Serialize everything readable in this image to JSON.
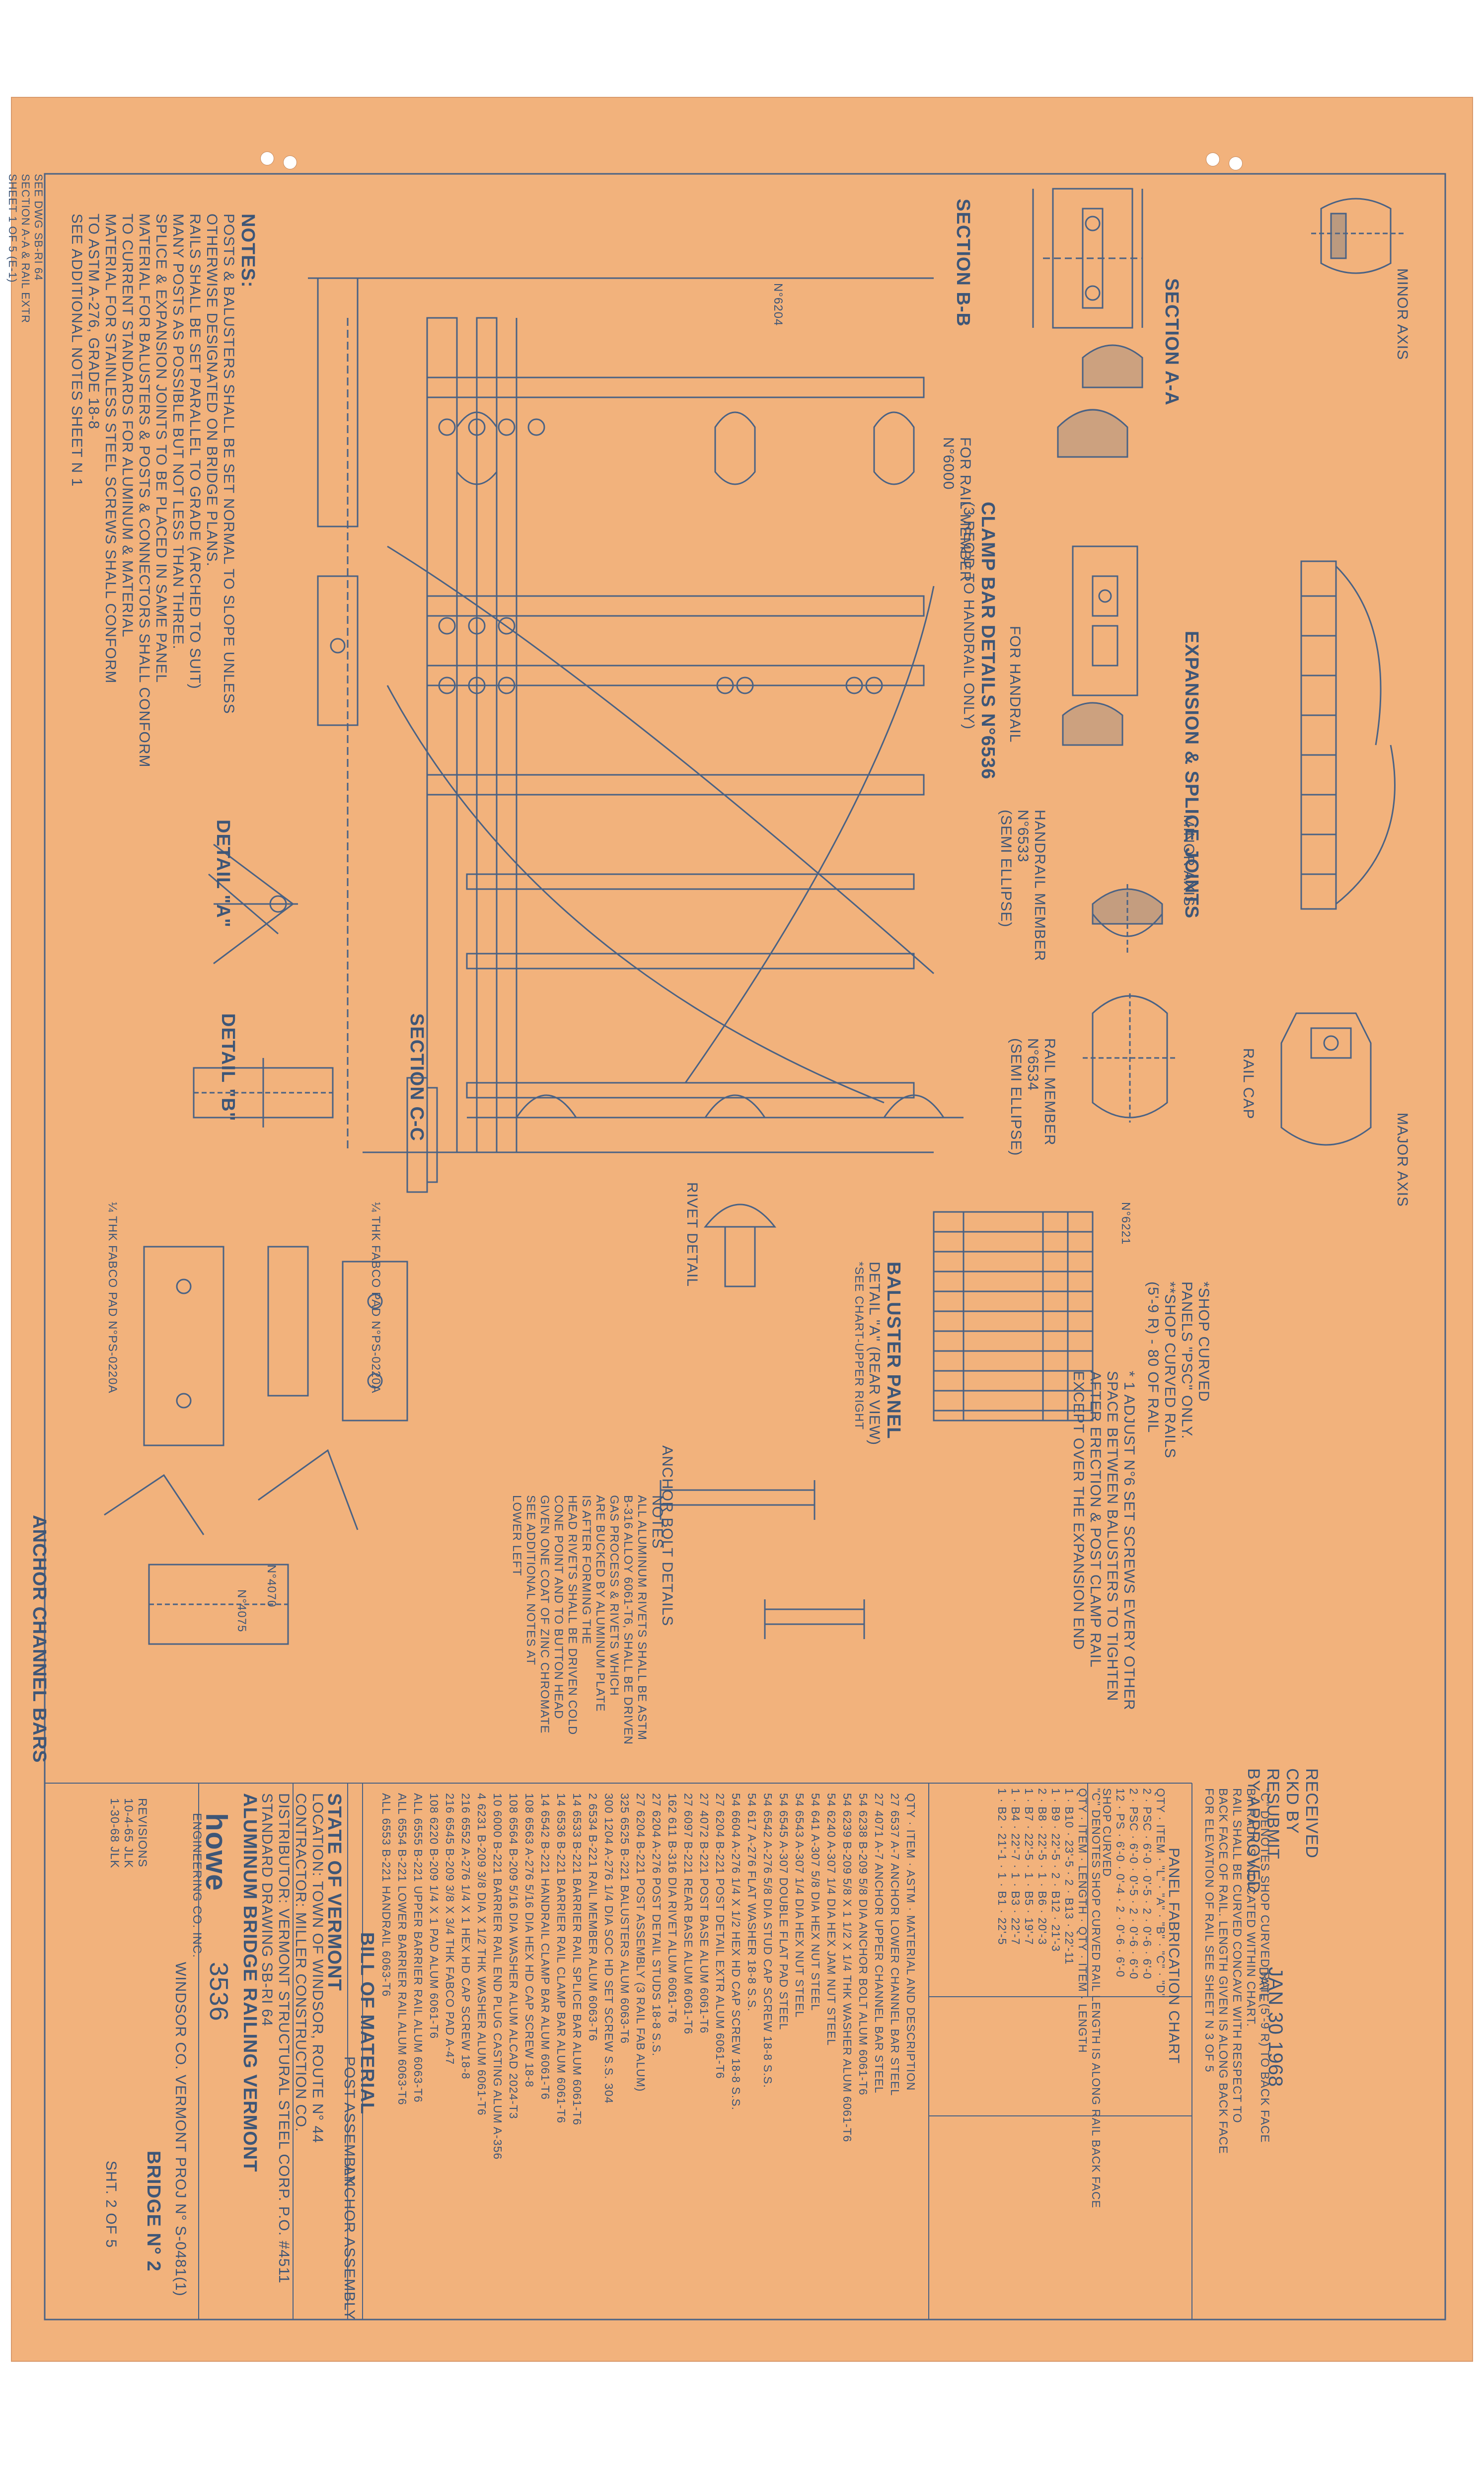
{
  "stamp": {
    "received": "RECEIVED",
    "date": "JAN 30 1968",
    "by_line": "BY",
    "ckd_by": "CKD BY",
    "resubmit": "RESUBMIT",
    "approved": "APPROVED",
    "date_label": "DATE"
  },
  "margin_note": [
    "SEE DWG SB-RI 64",
    "SECTION A-A & RAIL EXTR",
    "SHEET 1 OF 5 (E-1)"
  ],
  "general_notes": {
    "title": "NOTES:",
    "lines": [
      "POSTS & BALUSTERS SHALL BE SET NORMAL TO SLOPE UNLESS",
      "OTHERWISE DESIGNATED ON BRIDGE PLANS.",
      "RAILS SHALL BE SET PARALLEL TO GRADE (ARCHED TO SUIT)",
      "MANY POSTS AS POSSIBLE BUT NOT LESS THAN THREE.",
      "SPLICE & EXPANSION JOINTS TO BE PLACED IN SAME PANEL",
      "MATERIAL FOR BALUSTERS & POSTS & CONNECTORS SHALL CONFORM",
      "TO CURRENT STANDARDS FOR ALUMINUM & MATERIAL",
      "MATERIAL FOR STAINLESS STEEL SCREWS SHALL CONFORM",
      "TO ASTM A-276, GRADE 18-8",
      "SEE ADDITIONAL NOTES SHEET N 1"
    ]
  },
  "labels": {
    "section_bb": "SECTION B-B",
    "section_aa": "SECTION A-A",
    "section_cc": "SECTION C-C",
    "detail_a": "DETAIL \"A\"",
    "detail_b": "DETAIL \"B\"",
    "clamp_bar_details": "CLAMP BAR DETAILS N°6536",
    "clamp_bar_sub": "(3 REQ'D TO HANDRAIL ONLY)",
    "for_handrail": "FOR HANDRAIL",
    "for_rail_member": "FOR RAIL MEMBER",
    "n6000": "N°6000",
    "handrail_member": "HANDRAIL MEMBER",
    "handrail_no": "N°6533",
    "handrail_shape": "(SEMI ELLIPSE)",
    "rail_member": "RAIL MEMBER",
    "rail_no": "N°6534",
    "rail_shape": "(SEMI ELLIPSE)",
    "rail_cap": "RAIL CAP",
    "expansion_joints": "EXPANSION & SPLICE JOINTS",
    "minor_axis": "MINOR AXIS",
    "major_axis": "MAJOR AXIS",
    "anchor_channel_bars": "ANCHOR CHANNEL BARS",
    "rivet_detail": "RIVET DETAIL",
    "anchor_bolt_details": "ANCHOR BOLT DETAILS",
    "baluster_panel": "BALUSTER PANEL",
    "baluster_panel_sub": "DETAIL \"A\" (REAR VIEW)",
    "baluster_chart_note": "*SEE CHART-UPPER RIGHT",
    "tie_pad_1": "¼ THK FABCO PAD N°PS-0220A",
    "tie_pad_2": "¼ THK FABCO PAD N°PS-0220A",
    "n4070": "N°4070",
    "n4075": "N°4075",
    "n6204": "N°6204",
    "n6221": "N°6221"
  },
  "curved_notes": {
    "n1": "*SHOP CURVED",
    "n2": "PANELS \"PSC\" ONLY.",
    "n3": "**SHOP CURVED RAILS",
    "n4": "(5'-9 R) - 80 OF RAIL",
    "n5": "* 1 ADJUST N°6 SET SCREWS EVERY OTHER",
    "n6": "SPACE BETWEEN BALUSTERS TO TIGHTEN",
    "n7": "AFTER ERECTION & POST CLAMP RAIL",
    "n8": "EXCEPT OVER THE EXPANSION END"
  },
  "rivet_notes": {
    "title": "NOTES",
    "lines": [
      "ALL ALUMINUM RIVETS SHALL BE ASTM",
      "B-316 ALLOY 6061-T6, SHALL BE DRIVEN",
      "GAS PROCESS & RIVETS WHICH",
      "ARE BUCKED BY ALUMINUM PLATE",
      "IS AFTER FORMING THE",
      "HEAD RIVETS SHALL BE DRIVEN COLD",
      "CONE POINT AND TO BUTTON HEAD",
      "GIVEN ONE COAT OF ZINC CHROMATE",
      "SEE ADDITIONAL NOTES AT",
      "LOWER LEFT"
    ]
  },
  "fabrication_chart": {
    "title": "PANEL FABRICATION CHART",
    "note_lines": [
      "\"C\" DENOTES SHOP CURVED RAIL (5'-9 R) TO BACK FACE",
      "BY RADIUS INDICATED WITHIN CHART.",
      "RAIL SHALL BE CURVED CONCAVE WITH RESPECT TO",
      "BACK FACE OF RAIL. LENGTH GIVEN IS ALONG BACK FACE",
      "FOR ELEVATION OF RAIL SEE SHEET N 3 OF 5"
    ],
    "headers": [
      "QTY",
      "ITEM",
      "\"L\"",
      "\"A\"",
      "\"B\"",
      "\"C\"",
      "\"D\""
    ],
    "rows": [
      [
        "2",
        "PSC",
        "6'-0",
        "0'-5",
        "2",
        "0'-6",
        "6'-0"
      ],
      [
        "2",
        "PSC",
        "6'-0",
        "0'-5",
        "2",
        "0'-6",
        "6'-0"
      ],
      [
        "12",
        "PS",
        "6'-0",
        "0'-4",
        "2",
        "0'-6",
        "6'-0"
      ]
    ],
    "shop_curved": "SHOP CURVED"
  },
  "rail_list": {
    "header": "\"C\" DENOTES SHOP CURVED RAIL LENGTH IS ALONG RAIL BACK FACE",
    "columns": [
      "QTY",
      "ITEM",
      "LENGTH",
      "QTY",
      "ITEM",
      "LENGTH"
    ],
    "rows": [
      [
        "1",
        "B10",
        "23'-5",
        "2",
        "B13",
        "22'-11"
      ],
      [
        "1",
        "B9",
        "22'-5",
        "2",
        "B12",
        "21'-3"
      ],
      [
        "2",
        "B8",
        "22'-5",
        "1",
        "B6",
        "20'-3"
      ],
      [
        "1",
        "B7",
        "22'-5",
        "1",
        "B5",
        "19'-7"
      ],
      [
        "1",
        "B4",
        "22'-7",
        "1",
        "B3",
        "22'-7"
      ],
      [
        "1",
        "B2",
        "21'-1",
        "1",
        "B1",
        "22'-5"
      ]
    ]
  },
  "bom_rows": [
    [
      "27",
      "6537",
      "A-7",
      "ANCHOR LOWER CHANNEL BAR STEEL"
    ],
    [
      "27",
      "4071",
      "A-7",
      "ANCHOR UPPER CHANNEL BAR STEEL"
    ],
    [
      "54",
      "6238",
      "B-209",
      "5/8 DIA ANCHOR BOLT ALUM 6061-T6"
    ],
    [
      "54",
      "6239",
      "B-209",
      "5/8 X 1 1/2 X 1/4 THK WASHER ALUM 6061-T6"
    ],
    [
      "54",
      "6240",
      "A-307",
      "1/4 DIA HEX JAM NUT STEEL"
    ],
    [
      "54",
      "641",
      "A-307",
      "5/8 DIA HEX NUT STEEL"
    ],
    [
      "54",
      "6543",
      "A-307",
      "1/4 DIA HEX NUT STEEL"
    ],
    [
      "54",
      "6545",
      "A-307",
      "DOUBLE FLAT PAD STEEL"
    ],
    [
      "54",
      "6542",
      "A-276",
      "5/8 DIA STUD CAP SCREW 18-8 S.S."
    ],
    [
      "54",
      "617",
      "A-276",
      "FLAT WASHER 18-8 S.S."
    ],
    [
      "54",
      "6604",
      "A-276",
      "1/4 X 1/2 HEX HD CAP SCREW 18-8 S.S."
    ],
    [
      "27",
      "6204",
      "B-221",
      "POST DETAIL EXTR ALUM 6061-T6"
    ],
    [
      "27",
      "4072",
      "B-221",
      "POST BASE ALUM 6061-T6"
    ],
    [
      "27",
      "6097",
      "B-221",
      "REAR BASE ALUM 6061-T6"
    ],
    [
      "162",
      "611",
      "B-316",
      "DIA RIVET ALUM 6061-T6"
    ],
    [
      "27",
      "6204",
      "A-276",
      "POST DETAIL STUDS 18-8 S.S."
    ],
    [
      "27",
      "6204",
      "B-221",
      "POST ASSEMBLY (3 RAIL FAB ALUM)"
    ],
    [
      "325",
      "6525",
      "B-221",
      "BALUSTERS ALUM 6063-T6"
    ],
    [
      "300",
      "1204",
      "A-276",
      "1/4 DIA SOC HD SET SCREW S.S. 304"
    ],
    [
      "2",
      "6534",
      "B-221",
      "RAIL MEMBER ALUM 6063-T6"
    ],
    [
      "14",
      "6533",
      "B-221",
      "BARRIER RAIL SPLICE BAR ALUM 6061-T6"
    ],
    [
      "14",
      "6536",
      "B-221",
      "BARRIER RAIL CLAMP BAR ALUM 6061-T6"
    ],
    [
      "14",
      "6542",
      "B-221",
      "HANDRAIL CLAMP BAR ALUM 6061-T6"
    ],
    [
      "108",
      "6563",
      "A-276",
      "5/16 DIA HEX HD CAP SCREW 18-8"
    ],
    [
      "108",
      "6564",
      "B-209",
      "5/16 DIA WASHER ALUM ALCAD 2024-T3"
    ],
    [
      "10",
      "6000",
      "B-221",
      "BARRIER RAIL END PLUG CASTING ALUM A-356"
    ],
    [
      "4",
      "6231",
      "B-209",
      "3/8 DIA X 1/2 THK WASHER ALUM 6061-T6"
    ],
    [
      "216",
      "6552",
      "A-276",
      "1/4 X 1 HEX HD CAP SCREW 18-8"
    ],
    [
      "216",
      "6545",
      "B-209",
      "3/8 X 3/4 THK FABCO PAD A-47"
    ],
    [
      "108",
      "6220",
      "B-209",
      "1/4 X 1 PAD ALUM 6061-T6"
    ],
    [
      "ALL",
      "6555",
      "B-221",
      "UPPER BARRIER RAIL ALUM 6063-T6"
    ],
    [
      "ALL",
      "6554",
      "B-221",
      "LOWER BARRIER RAIL ALUM 6063-T6"
    ],
    [
      "ALL",
      "6553",
      "B-221",
      "HANDRAIL 6063-T6"
    ]
  ],
  "bom_title": "BILL OF MATERIAL",
  "bom_columns": [
    "QTY",
    "ITEM",
    "ASTM",
    "MATERIAL AND DESCRIPTION"
  ],
  "anchor_assembly": "ANCHOR ASSEMBLY",
  "post_assembly": "POST ASSEMBLY",
  "title_block": {
    "state": "STATE OF VERMONT",
    "location_label": "LOCATION:",
    "location": "TOWN OF WINDSOR, ROUTE N° 44",
    "contractor_label": "CONTRACTOR:",
    "contractor": "MILLER CONSTRUCTION CO.",
    "distributor_label": "DISTRIBUTOR:",
    "distributor": "VERMONT STRUCTURAL STEEL CORP. P.O. #4511",
    "standard": "STANDARD DRAWING SB-RI 64",
    "product": "ALUMINUM BRIDGE RAILING VERMONT",
    "company": "howe",
    "company_sub": "ENGINEERING CO. INC.",
    "job_no": "3536",
    "project": "WINDSOR CO. VERMONT PROJ N° S-0481(1)",
    "bridge": "BRIDGE N° 2",
    "sheet": "SHT. 2 OF 5",
    "revisions": "REVISIONS",
    "rev_rows": [
      "10-4-65 JLK",
      "1-30-68 JLK"
    ]
  },
  "colors": {
    "paper": "#f2b27c",
    "ink": "#3e5677",
    "ink_light": "#6b83a3"
  }
}
